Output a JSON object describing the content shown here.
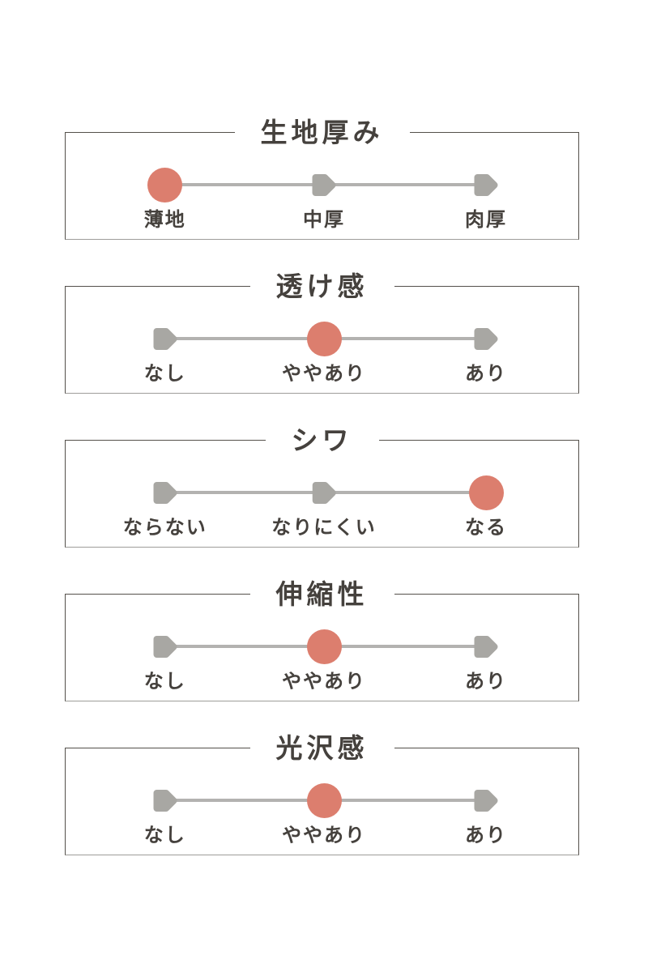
{
  "colors": {
    "accent_red": "#dc7e6e",
    "marker_gray": "#a8a7a3",
    "track_gray": "#b3b2b0",
    "border_dark": "#54504b",
    "border_bottom": "#9e9d9a",
    "text_dark": "#45413d",
    "background": "#ffffff"
  },
  "sections": [
    {
      "title": "生地厚み",
      "selected_index": 0,
      "selected_label": "薄地",
      "options": [
        "薄地",
        "中厚",
        "肉厚"
      ]
    },
    {
      "title": "透け感",
      "selected_index": 1,
      "selected_label": "ややあり",
      "options": [
        "なし",
        "ややあり",
        "あり"
      ]
    },
    {
      "title": "シワ",
      "selected_index": 2,
      "selected_label": "なる",
      "options": [
        "ならない",
        "なりにくい",
        "なる"
      ]
    },
    {
      "title": "伸縮性",
      "selected_index": 1,
      "selected_label": "ややあり",
      "options": [
        "なし",
        "ややあり",
        "あり"
      ]
    },
    {
      "title": "光沢感",
      "selected_index": 1,
      "selected_label": "ややあり",
      "options": [
        "なし",
        "ややあり",
        "あり"
      ]
    }
  ]
}
